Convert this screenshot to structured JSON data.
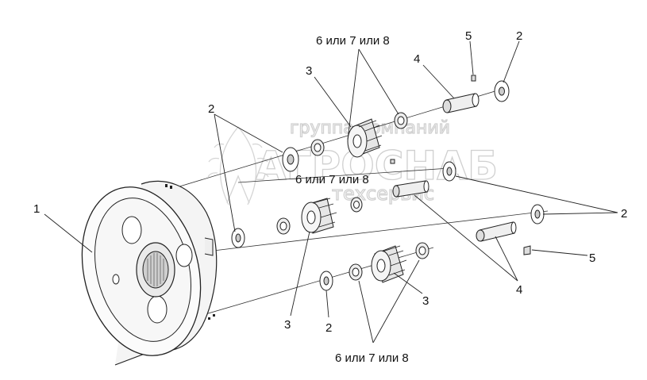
{
  "watermark": {
    "line1": "группа компаний",
    "line2": "АГРОСНАБ",
    "line3": "техсервис"
  },
  "callouts": {
    "housing": "1",
    "washer_left": "2",
    "washer_top_right": "2",
    "washer_right": "2",
    "washer_bottom": "2",
    "gear_top": "3",
    "gear_bottom_left": "3",
    "gear_bottom_right": "3",
    "axle_top": "4",
    "axle_bottom": "4",
    "pin_top": "5",
    "pin_right": "5",
    "bearing_top": "6 или 7 или 8",
    "bearing_middle": "6 или 7 или 8",
    "bearing_bottom": "6 или 7 или 8"
  }
}
